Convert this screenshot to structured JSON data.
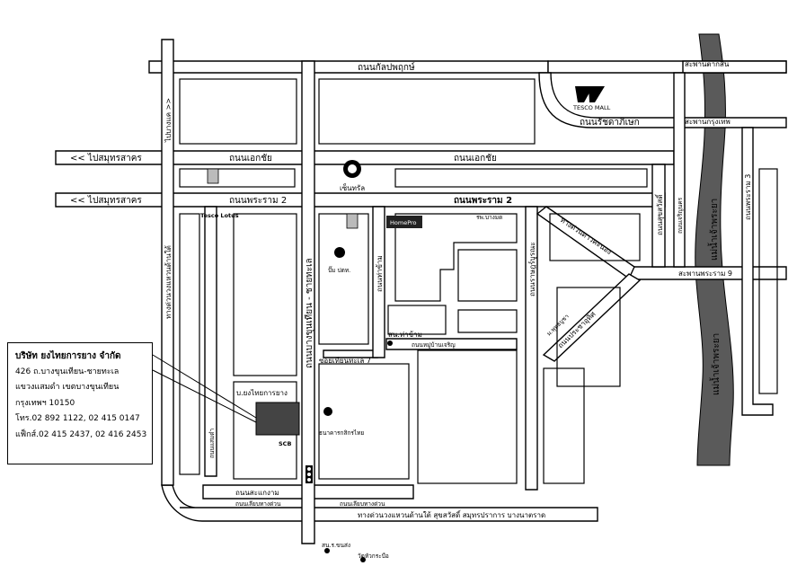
{
  "company_box": {
    "name": "บริษัท ยงไทยการยาง จำกัด",
    "address_1": "426 ถ.บางขุนเทียน-ชายทะเล",
    "address_2": "แขวงแสมดำ เขตบางขุนเทียน",
    "address_3": "กรุงเทพฯ 10150",
    "phone": "โทร.02 892 1122, 02 415 0147",
    "fax": "แฟ็กส์.02 415 2437, 02 416 2453"
  },
  "roads": {
    "phet_kasem": "ถนนกัลปพฤกษ์",
    "ratchada": "ถนนรัชดาภิเษก",
    "ekkachai_left": "ถนนเอกชัย",
    "ekkachai_right": "ถนนเอกชัย",
    "rama2_left": "ถนนพระราม 2",
    "rama2_right": "ถนนพระราม 2",
    "to_samutsakhon_1": "<<  ไปสมุทรสาคร",
    "to_samutsakhon_2": "<<  ไปสมุทรสาคร",
    "to_bangkae": "ไปบางแค >>",
    "outer_ring": "ทางด่วนวงแหวนด้านใต้",
    "bang_khun_thian": "ถนนบางขุนเทียน - ชายทะเล",
    "tha_kham": "ถนนท่าข้าม",
    "suk_sawat": "ถนนสุขสวัสดิ์",
    "rat_burana": "ถนนราษฎร์บูรณะ",
    "charoen_nakhon": "ถนนเจริญนคร",
    "rama3": "ถนนพระราม 3",
    "dao_khanong": "ทางด่วนดาวคะนอง",
    "pracha_uthit": "ถนนประชาอุทิศ",
    "phutthabucha": "ม.พุทธบูชา",
    "soi_thian_thale": "ซอยเทียนทะเล 7",
    "samae_dam": "ถนนแสมดำ",
    "sakaengngam": "ถนนสะแกงาม",
    "road_parallel_left": "ถนนเลียบทางด่วน",
    "road_parallel_right": "ถนนเลียบทางด่วน",
    "bottom_expressway": "ทางด่วนวงแหวนด้านใต้ สุขสวัสดิ์ สมุทรปราการ บางนาตราด",
    "nom_jaroen": "ถนนหมู่บ้านเจริญ"
  },
  "bridges": {
    "taksin": "สะพานตากสิน",
    "krungthep": "สะพานกรุงเทพ",
    "rama9": "สะพานพระราม 9"
  },
  "river": {
    "name_1": "แม่น้ำเจ้าพระยา",
    "name_2": "แม่น้ำเจ้าพระยา"
  },
  "landmarks": {
    "central": "เซ็นทรัล",
    "homepro": "HomePro",
    "tesco": "Tesco Lotus",
    "ptt": "ปั๊ม ปตท.",
    "hospital": "รพ.บางมด",
    "police_thakham": "สน.ท่าข้าม",
    "yong_thai": "บ.ยงไทยการยาง",
    "kasikorn": "ธนาคารกสิกรไทย",
    "scb": "SCB",
    "police_bottom": "สน.ร.ขนส่ง",
    "wat": "วัดหัวกระบือ",
    "mall_name": "TESCO MALL"
  },
  "colors": {
    "river": "#5a5a5a",
    "ink": "#000000",
    "paper": "#ffffff"
  }
}
